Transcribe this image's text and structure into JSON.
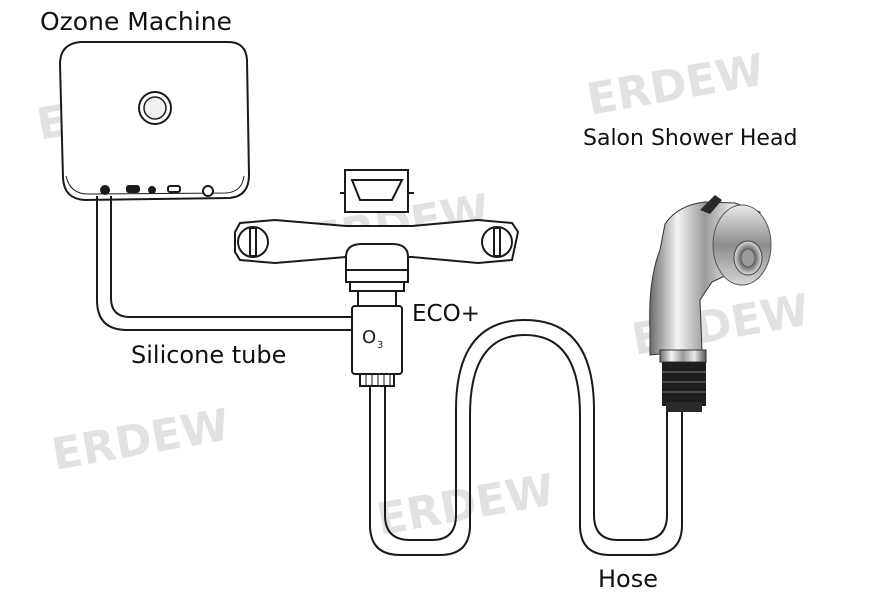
{
  "labels": {
    "ozone_machine": "Ozone Machine",
    "salon_shower_head": "Salon Shower Head",
    "eco_plus": "ECO+",
    "silicone_tube": "Silicone tube",
    "hose": "Hose",
    "o3": "O",
    "o3_sub": "3"
  },
  "watermark": "ERDEW",
  "colors": {
    "line": "#1a1a1a",
    "watermark": "#d9d9d9",
    "chrome_dark": "#5a5a5a",
    "chrome_light": "#f2f2f2"
  }
}
